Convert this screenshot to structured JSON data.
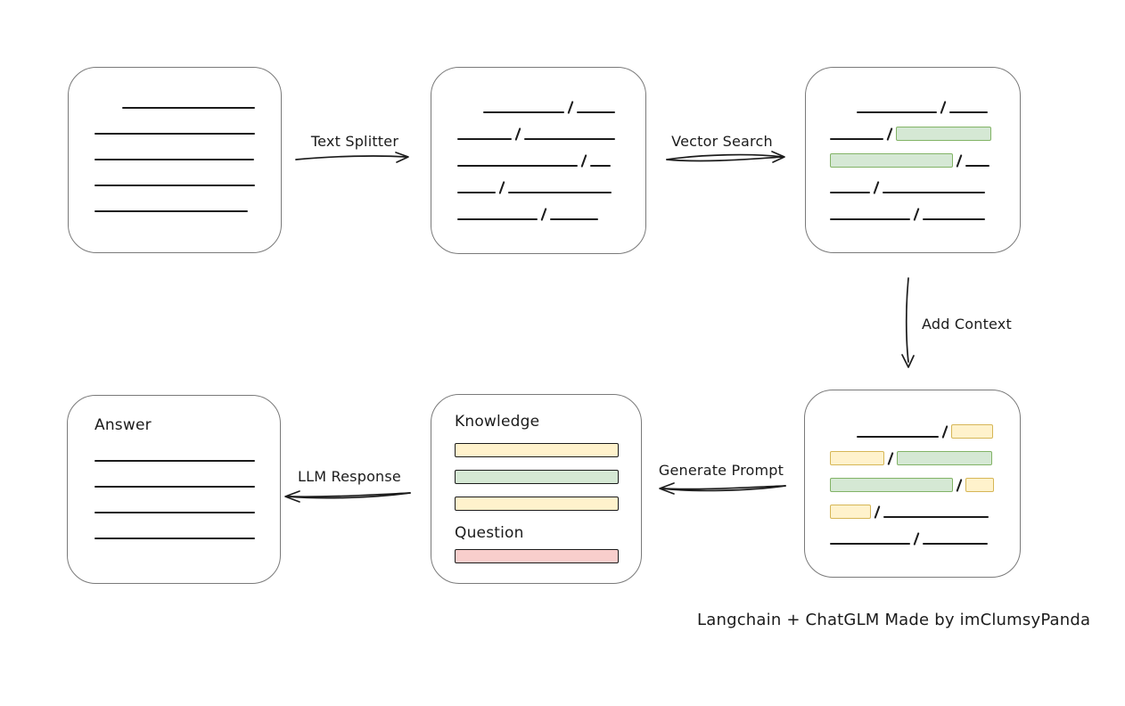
{
  "diagram": {
    "arrows": {
      "text_splitter": "Text Splitter",
      "vector_search": "Vector Search",
      "add_context": "Add Context",
      "generate_prompt": "Generate Prompt",
      "llm_response": "LLM Response"
    },
    "prompt_box": {
      "knowledge_label": "Knowledge",
      "question_label": "Question"
    },
    "answer_box": {
      "label": "Answer"
    },
    "caption": "Langchain + ChatGLM Made by imClumsyPanda",
    "colors": {
      "green_fill": "#d5e8d4",
      "green_stroke": "#82b366",
      "yellow_fill": "#fff2cc",
      "yellow_stroke": "#d6b656",
      "red_fill": "#f8cecc",
      "red_stroke": "#b85450",
      "box_stroke": "#7a7a7a",
      "ink": "#1b1b1b"
    },
    "rows": {
      "document": [
        {
          "indent": 31,
          "segs": [
            {
              "t": "line",
              "w": 149
            }
          ]
        },
        {
          "segs": [
            {
              "t": "line",
              "w": 180
            }
          ]
        },
        {
          "segs": [
            {
              "t": "line",
              "w": 179
            }
          ]
        },
        {
          "segs": [
            {
              "t": "line",
              "w": 180
            }
          ]
        },
        {
          "segs": [
            {
              "t": "line",
              "w": 172
            }
          ]
        }
      ],
      "chunks": [
        {
          "indent": 29,
          "segs": [
            {
              "t": "line",
              "w": 91
            },
            {
              "t": "slash"
            },
            {
              "t": "line",
              "w": 43
            }
          ]
        },
        {
          "segs": [
            {
              "t": "line",
              "w": 61
            },
            {
              "t": "slash"
            },
            {
              "t": "line",
              "w": 102
            }
          ]
        },
        {
          "segs": [
            {
              "t": "line",
              "w": 135
            },
            {
              "t": "slash"
            },
            {
              "t": "line",
              "w": 23
            }
          ]
        },
        {
          "segs": [
            {
              "t": "line",
              "w": 43
            },
            {
              "t": "slash"
            },
            {
              "t": "line",
              "w": 116
            }
          ]
        },
        {
          "segs": [
            {
              "t": "line",
              "w": 90
            },
            {
              "t": "slash"
            },
            {
              "t": "line",
              "w": 54
            }
          ]
        }
      ],
      "search": [
        {
          "indent": 30,
          "segs": [
            {
              "t": "line",
              "w": 90
            },
            {
              "t": "slash"
            },
            {
              "t": "line",
              "w": 43
            }
          ]
        },
        {
          "segs": [
            {
              "t": "line",
              "w": 60
            },
            {
              "t": "slash"
            },
            {
              "t": "green",
              "w": 107
            }
          ]
        },
        {
          "segs": [
            {
              "t": "green",
              "w": 138
            },
            {
              "t": "slash"
            },
            {
              "t": "line",
              "w": 27
            }
          ]
        },
        {
          "segs": [
            {
              "t": "line",
              "w": 45
            },
            {
              "t": "slash"
            },
            {
              "t": "line",
              "w": 115
            }
          ]
        },
        {
          "segs": [
            {
              "t": "line",
              "w": 90
            },
            {
              "t": "slash"
            },
            {
              "t": "line",
              "w": 70
            }
          ]
        }
      ],
      "context": [
        {
          "indent": 30,
          "segs": [
            {
              "t": "line",
              "w": 92
            },
            {
              "t": "slash"
            },
            {
              "t": "yellow",
              "w": 47
            }
          ]
        },
        {
          "segs": [
            {
              "t": "yellow",
              "w": 61
            },
            {
              "t": "slash"
            },
            {
              "t": "green",
              "w": 107
            }
          ]
        },
        {
          "segs": [
            {
              "t": "green",
              "w": 138
            },
            {
              "t": "slash"
            },
            {
              "t": "yellow",
              "w": 32
            }
          ]
        },
        {
          "segs": [
            {
              "t": "yellow",
              "w": 46
            },
            {
              "t": "slash"
            },
            {
              "t": "line",
              "w": 118
            }
          ]
        },
        {
          "segs": [
            {
              "t": "line",
              "w": 90
            },
            {
              "t": "slash"
            },
            {
              "t": "line",
              "w": 73
            }
          ]
        }
      ]
    },
    "prompt_bars": [
      "yellow",
      "green",
      "yellow"
    ],
    "question_bars": [
      "red"
    ]
  }
}
